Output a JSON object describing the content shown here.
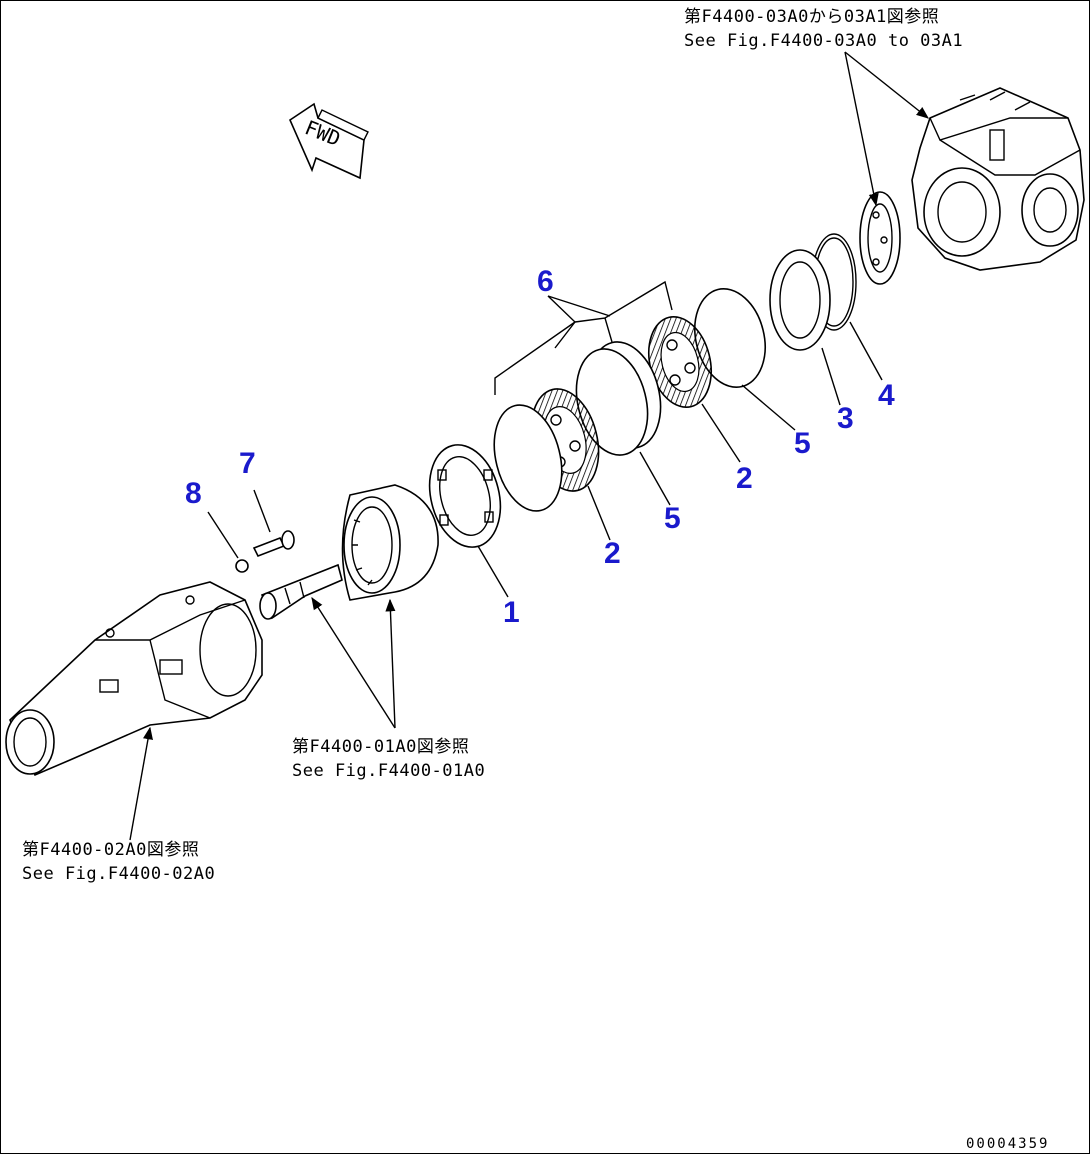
{
  "references": {
    "top_right": {
      "jp": "第F4400-03A0から03A1図参照",
      "en": "See Fig.F4400-03A0 to 03A1"
    },
    "center": {
      "jp": "第F4400-01A0図参照",
      "en": "See Fig.F4400-01A0"
    },
    "bottom_left": {
      "jp": "第F4400-02A0図参照",
      "en": "See Fig.F4400-02A0"
    }
  },
  "fwd_label": "FWD",
  "part_numbers": {
    "p1": "1",
    "p2a": "2",
    "p2b": "2",
    "p3": "3",
    "p4": "4",
    "p5a": "5",
    "p5b": "5",
    "p6": "6",
    "p7": "7",
    "p8": "8"
  },
  "document_id": "00004359"
}
